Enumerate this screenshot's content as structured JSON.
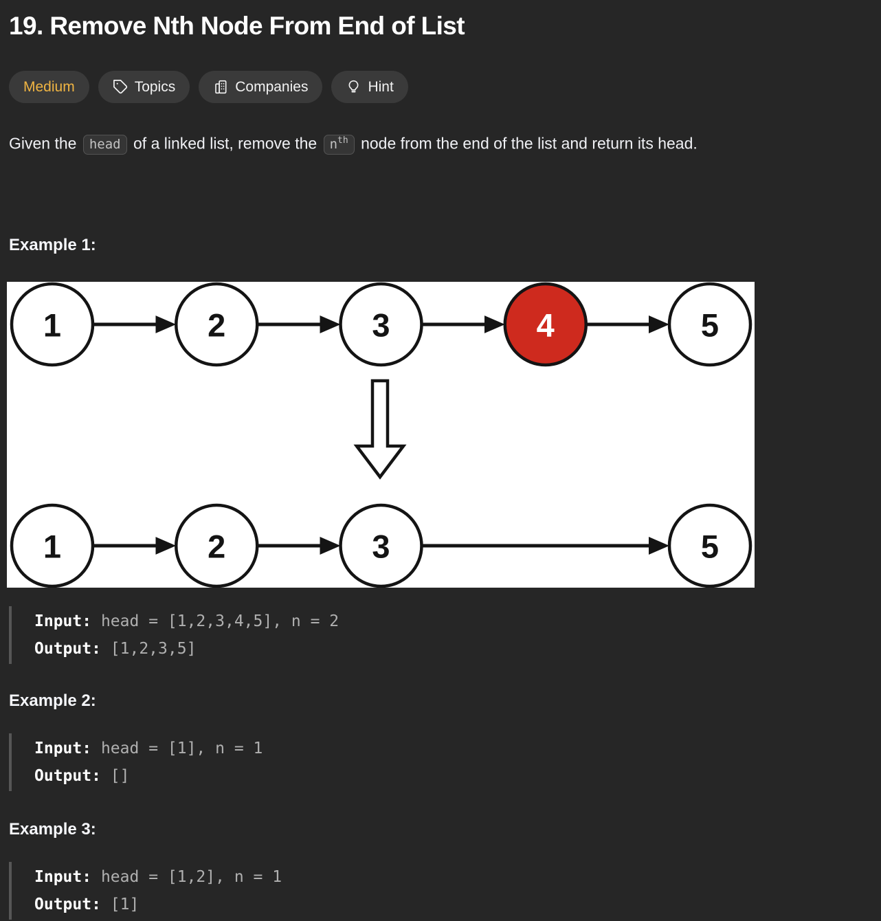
{
  "page": {
    "background": "#262626"
  },
  "header": {
    "title": "19. Remove Nth Node From End of List"
  },
  "tags": {
    "difficulty": {
      "label": "Medium",
      "color": "#efb443"
    },
    "topics_label": "Topics",
    "companies_label": "Companies",
    "hint_label": "Hint"
  },
  "description": {
    "part1": "Given the ",
    "code_head": "head",
    "part2": " of a linked list, remove the ",
    "code_n_base": "n",
    "code_n_sup": "th",
    "part3": " node from the end of the list and return its head."
  },
  "examples": [
    {
      "heading": "Example 1:",
      "input_label": "Input:",
      "input_value": "head = [1,2,3,4,5], n = 2",
      "output_label": "Output:",
      "output_value": "[1,2,3,5]"
    },
    {
      "heading": "Example 2:",
      "input_label": "Input:",
      "input_value": "head = [1], n = 1",
      "output_label": "Output:",
      "output_value": "[]"
    },
    {
      "heading": "Example 3:",
      "input_label": "Input:",
      "input_value": "head = [1,2], n = 1",
      "output_label": "Output:",
      "output_value": "[1]"
    }
  ],
  "diagram": {
    "background": "#ffffff",
    "node_outline_color": "#141414",
    "node_fill_color": "#ffffff",
    "node_text_color": "#141414",
    "highlight_fill_color": "#ce2a1e",
    "highlight_text_color": "#ffffff",
    "top_row": [
      {
        "label": "1",
        "slot": 0
      },
      {
        "label": "2",
        "slot": 1
      },
      {
        "label": "3",
        "slot": 2
      },
      {
        "label": "4",
        "slot": 3,
        "highlighted": true
      },
      {
        "label": "5",
        "slot": 4
      }
    ],
    "bottom_row": [
      {
        "label": "1",
        "slot": 0
      },
      {
        "label": "2",
        "slot": 1
      },
      {
        "label": "3",
        "slot": 2
      },
      {
        "label": "5",
        "slot": 4
      }
    ]
  }
}
